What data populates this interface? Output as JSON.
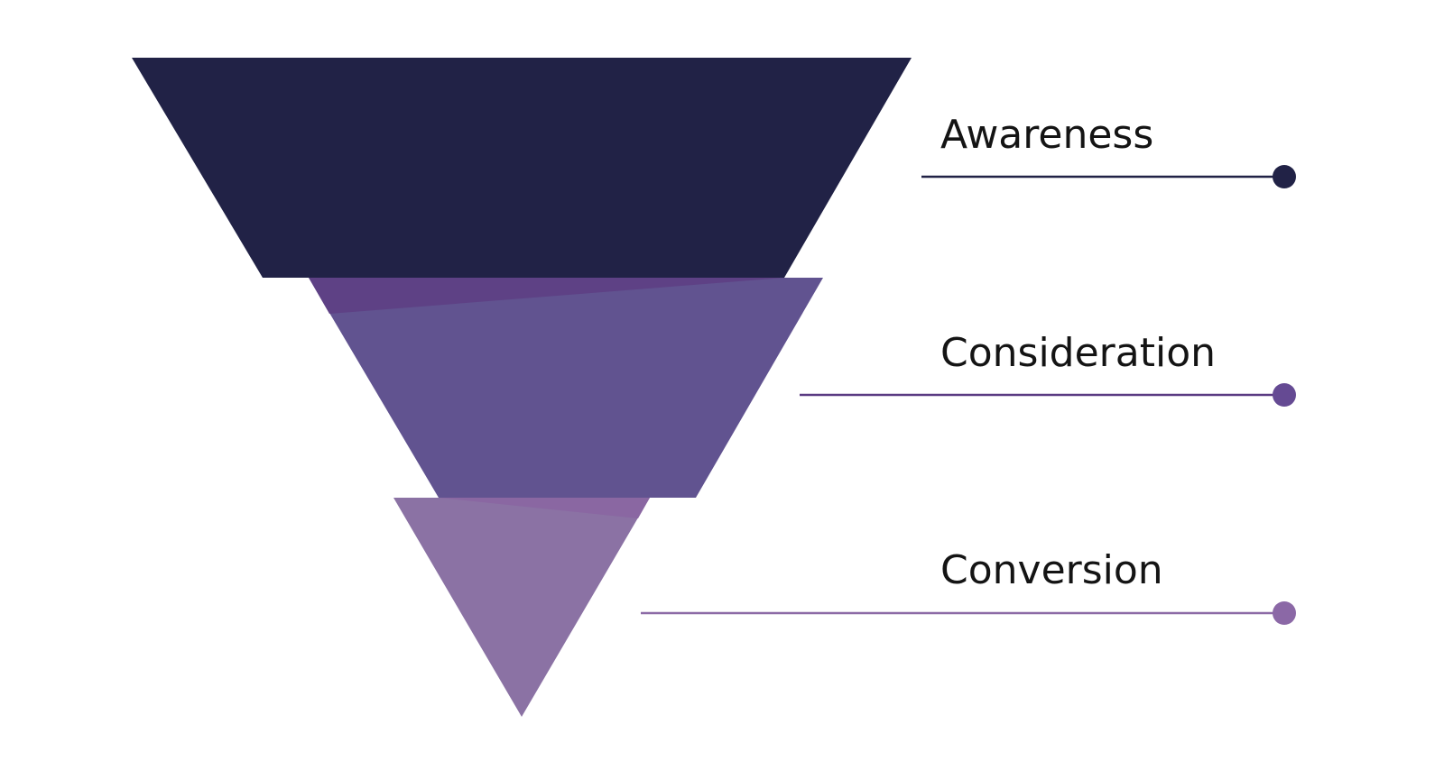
{
  "stages": [
    {
      "label": "Awareness",
      "color": "#212246"
    },
    {
      "label": "Consideration",
      "color": "#615390"
    },
    {
      "label": "Conversion",
      "color": "#8b72a4"
    }
  ],
  "accent_colors": {
    "awareness_fold": "#212246",
    "consideration_fold": "#5e4185",
    "conversion_fold": "#8a67a2",
    "consideration_line": "#5a3a82",
    "conversion_line": "#8c6aa6"
  }
}
